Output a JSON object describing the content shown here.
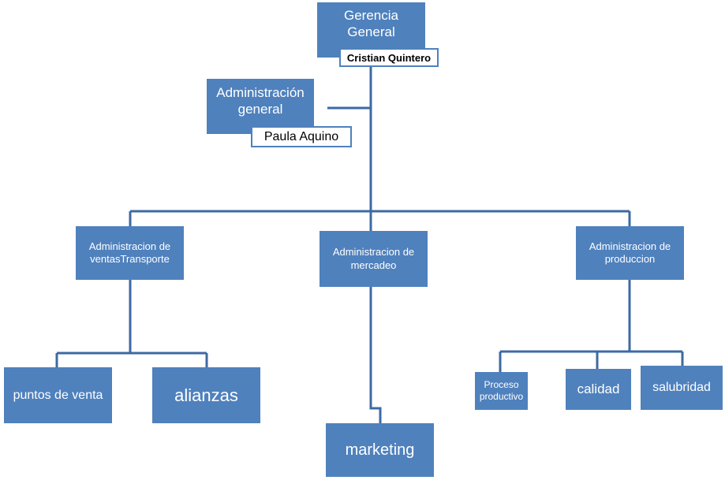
{
  "colors": {
    "box_fill": "#4f81bd",
    "connector": "#3d6aa3",
    "text_on_box": "#ffffff"
  },
  "nodes": {
    "gerencia": {
      "title": "Gerencia General",
      "person": "Cristian Quintero"
    },
    "admin_general": {
      "title": "Administración general",
      "person": "Paula Aquino"
    },
    "ventas": {
      "title": "Administracion de ventasTransporte"
    },
    "mercadeo": {
      "title": "Administracion de mercadeo"
    },
    "produccion": {
      "title": "Administracion de produccion"
    },
    "puntos_venta": {
      "title": "puntos de venta"
    },
    "alianzas": {
      "title": "alianzas"
    },
    "marketing": {
      "title": "marketing"
    },
    "proceso": {
      "title": "Proceso productivo"
    },
    "calidad": {
      "title": "calidad"
    },
    "salubridad": {
      "title": "salubridad"
    }
  }
}
